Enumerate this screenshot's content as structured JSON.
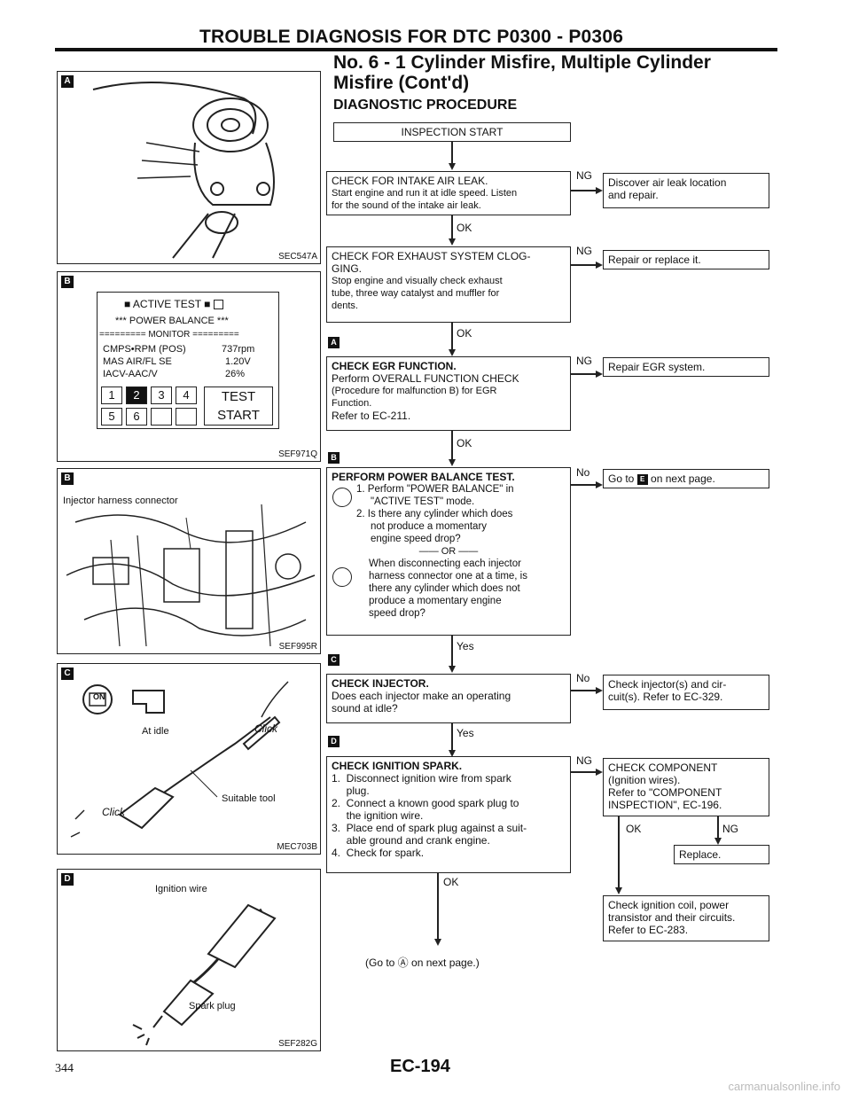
{
  "header": {
    "title": "TROUBLE DIAGNOSIS FOR DTC P0300 - P0306",
    "section_title_1": "No. 6 - 1 Cylinder Misfire, Multiple Cylinder",
    "section_title_2": "Misfire (Cont'd)",
    "procedure_title": "DIAGNOSTIC PROCEDURE"
  },
  "panels": {
    "a": {
      "label": "A",
      "code": "SEC547A"
    },
    "b": {
      "label": "B",
      "code": "SEF971Q",
      "screen_title": "ACTIVE TEST",
      "line2": "*** POWER BALANCE ***",
      "line3": "========= MONITOR =========",
      "rows": [
        {
          "name": "CMPS•RPM (POS)",
          "value": "737rpm"
        },
        {
          "name": "MAS AIR/FL SE",
          "value": "1.20V"
        },
        {
          "name": "IACV-AAC/V",
          "value": "26%"
        }
      ],
      "buttons_row1": [
        "1",
        "2",
        "3",
        "4"
      ],
      "buttons_row2": [
        "5",
        "6",
        "",
        ""
      ],
      "test_label": "TEST",
      "start_label": "START"
    },
    "b2": {
      "label": "B",
      "code": "SEF995R",
      "caption": "Injector harness connector"
    },
    "c": {
      "label": "C",
      "code": "MEC703B",
      "at_idle": "At idle",
      "click": "Click",
      "click2": "Click",
      "tool": "Suitable tool",
      "on": "ON"
    },
    "d": {
      "label": "D",
      "code": "SEF282G",
      "ignition_wire": "Ignition wire",
      "spark_plug": "Spark plug"
    }
  },
  "flow": {
    "start": "INSPECTION START",
    "s1": {
      "title": "CHECK FOR INTAKE AIR LEAK.",
      "lines": [
        "Start engine and run it at idle speed. Listen",
        "for the sound of the intake air leak."
      ],
      "ng": "NG",
      "ok": "OK",
      "ng_box": [
        "Discover air leak location",
        "and repair."
      ]
    },
    "s2": {
      "title": "CHECK FOR EXHAUST SYSTEM CLOG-",
      "lines": [
        "GING.",
        "Stop engine and visually check exhaust",
        "tube, three way catalyst and muffler for",
        "dents."
      ],
      "ng": "NG",
      "ok": "OK",
      "ng_box": [
        "Repair or replace it."
      ],
      "marker": "A"
    },
    "s3": {
      "title": "CHECK EGR FUNCTION.",
      "lines": [
        "Perform OVERALL FUNCTION CHECK",
        "(Procedure for malfunction B) for EGR",
        "Function.",
        "Refer to EC-211."
      ],
      "ng": "NG",
      "ok": "OK",
      "ng_box": [
        "Repair EGR system."
      ],
      "marker": "B"
    },
    "s4": {
      "title": "PERFORM POWER BALANCE TEST.",
      "lines": [
        "1.  Perform \"POWER BALANCE\" in",
        "     \"ACTIVE TEST\" mode.",
        "2.  Is there any cylinder which does",
        "     not produce a momentary",
        "     engine speed drop?"
      ],
      "or": "OR",
      "lines2": [
        "When disconnecting each injector",
        "harness connector one at a time, is",
        "there any cylinder which does not",
        "produce a momentary engine",
        "speed drop?"
      ],
      "no": "No",
      "yes": "Yes",
      "no_box_pre": "Go to",
      "no_box_marker": "E",
      "no_box_post": "on next page.",
      "marker": "C"
    },
    "s5": {
      "title": "CHECK INJECTOR.",
      "lines": [
        "Does each injector make an operating",
        "sound at idle?"
      ],
      "no": "No",
      "yes": "Yes",
      "no_box": [
        "Check injector(s) and cir-",
        "cuit(s). Refer to EC-329."
      ],
      "marker": "D"
    },
    "s6": {
      "title": "CHECK IGNITION SPARK.",
      "lines": [
        "1.  Disconnect ignition wire from spark",
        "     plug.",
        "2.  Connect a known good spark plug to",
        "     the ignition wire.",
        "3.  Place end of spark plug against a suit-",
        "     able ground and crank engine.",
        "4.  Check for spark."
      ],
      "ng": "NG",
      "ok": "OK",
      "ng_box": [
        "CHECK COMPONENT",
        "(Ignition wires).",
        "Refer to \"COMPONENT",
        "INSPECTION\", EC-196."
      ],
      "comp_ok": "OK",
      "comp_ng": "NG",
      "replace": "Replace.",
      "final_box": [
        "Check ignition coil, power",
        "transistor and their circuits.",
        "Refer to EC-283."
      ]
    },
    "goto": "(Go to Ⓐ on next page.)"
  },
  "footer": {
    "page": "344",
    "code": "EC-194",
    "watermark": "carmanualsonline.info"
  }
}
